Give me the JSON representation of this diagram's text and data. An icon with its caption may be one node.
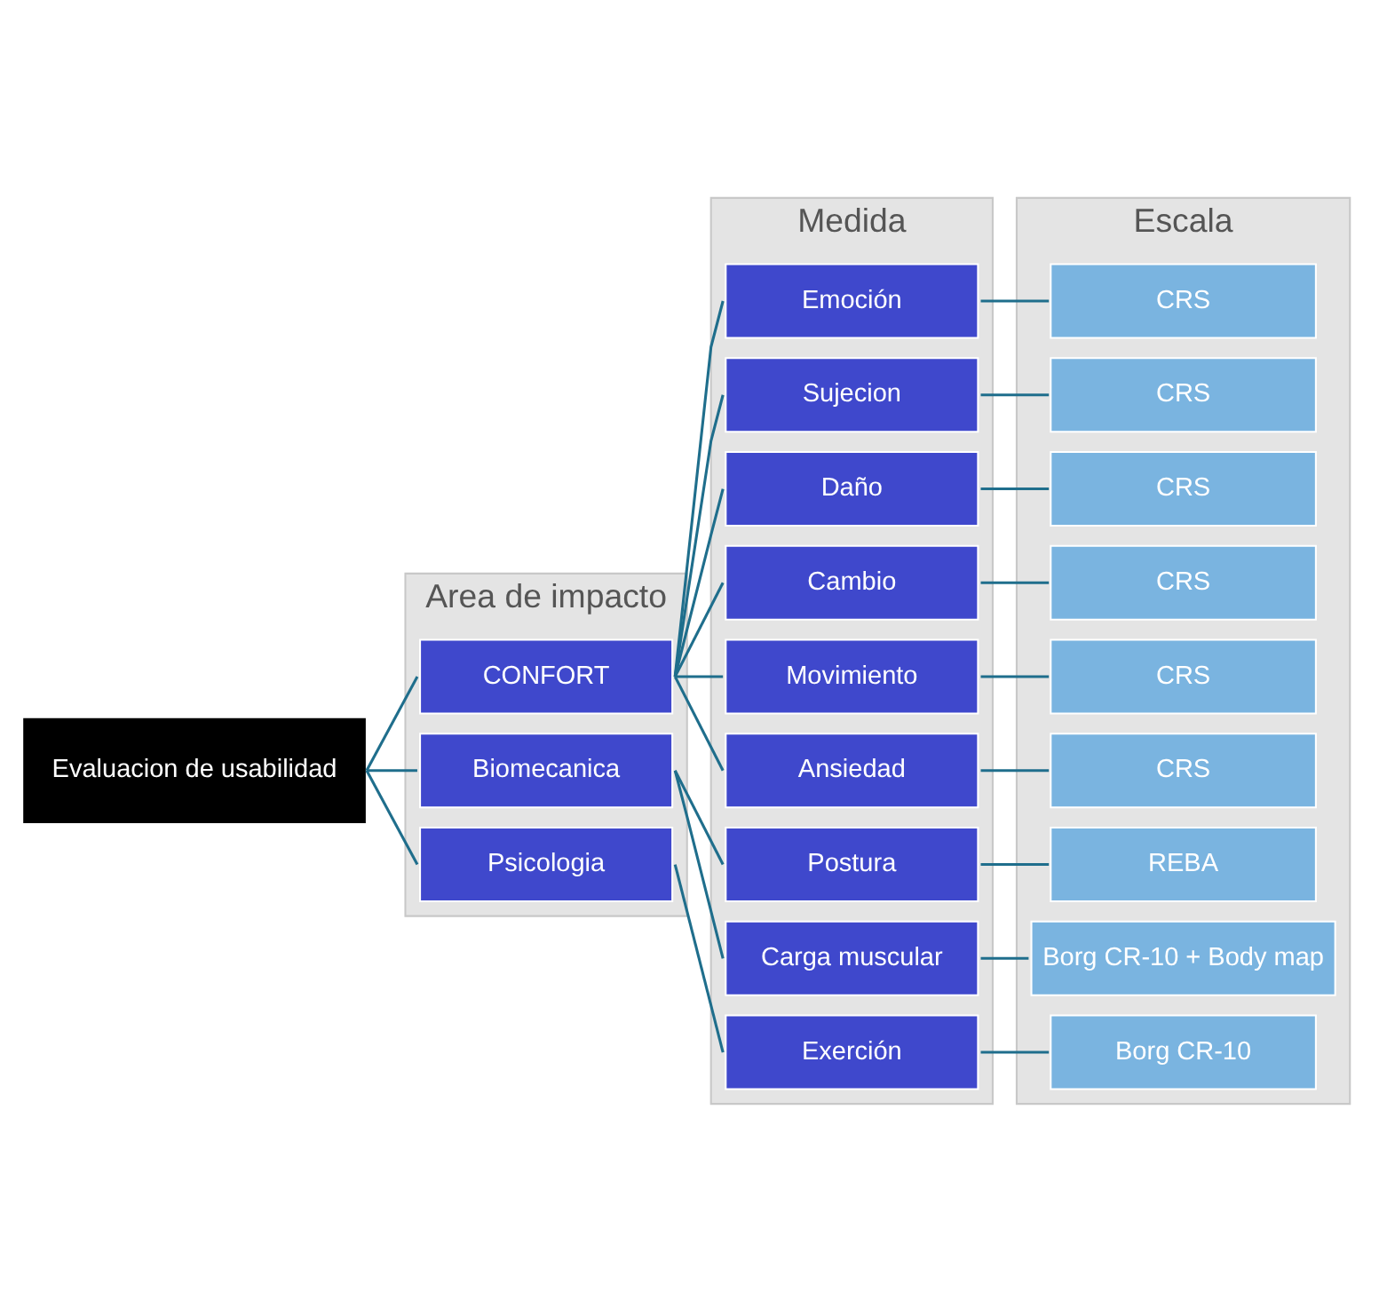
{
  "diagram": {
    "nodes": [
      {
        "text": [
          "Evaluacion de usabilidad"
        ]
      },
      {
        "text": [
          "Area de impacto"
        ]
      },
      {
        "text": [
          "CONFORT"
        ],
        "in": 1
      },
      {
        "text": [
          "Biomecanica"
        ],
        "in": 1
      },
      {
        "text": [
          "Psicologia"
        ],
        "in": 1
      },
      {
        "text": [
          "Medida"
        ]
      },
      {
        "text": [
          "Emoción"
        ],
        "in": 5
      },
      {
        "text": [
          "Sujecion"
        ],
        "in": 5
      },
      {
        "text": [
          "Daño"
        ],
        "in": 5
      },
      {
        "text": [
          "Cambio"
        ],
        "in": 5
      },
      {
        "text": [
          "Movimiento"
        ],
        "in": 5
      },
      {
        "text": [
          "Ansiedad"
        ],
        "in": 5
      },
      {
        "text": [
          "Postura"
        ],
        "in": 5
      },
      {
        "text": [
          "Carga muscular"
        ],
        "in": 5
      },
      {
        "text": [
          "Exerción"
        ],
        "in": 5
      },
      {
        "text": [
          "Escala"
        ]
      },
      {
        "text": [
          "CRS"
        ],
        "in": 15
      },
      {
        "text": [
          "CRS"
        ],
        "in": 15
      },
      {
        "text": [
          "CRS"
        ],
        "in": 15
      },
      {
        "text": [
          "CRS"
        ],
        "in": 15
      },
      {
        "text": [
          "CRS"
        ],
        "in": 15
      },
      {
        "text": [
          "CRS"
        ],
        "in": 15
      },
      {
        "text": [
          "REBA"
        ],
        "in": 15
      },
      {
        "text": [
          "Borg CR-10 + Body map"
        ],
        "in": 15
      },
      {
        "text": [
          "Borg CR-10"
        ],
        "in": 15
      }
    ],
    "edges": [
      {
        "from": 0,
        "to": 2,
        "arrow": "none"
      },
      {
        "from": 0,
        "to": 3,
        "arrow": "none"
      },
      {
        "from": 0,
        "to": 4,
        "arrow": "none"
      },
      {
        "from": 2,
        "to": 6,
        "arrow": "none"
      },
      {
        "from": 2,
        "to": 7,
        "arrow": "none"
      },
      {
        "from": 2,
        "to": 8,
        "arrow": "none"
      },
      {
        "from": 2,
        "to": 9,
        "arrow": "none"
      },
      {
        "from": 2,
        "to": 10,
        "arrow": "none"
      },
      {
        "from": 2,
        "to": 11,
        "arrow": "none"
      },
      {
        "from": 3,
        "to": 12,
        "arrow": "none"
      },
      {
        "from": 3,
        "to": 13,
        "arrow": "none"
      },
      {
        "from": 4,
        "to": 14,
        "arrow": "none"
      },
      {
        "from": 6,
        "to": 16,
        "arrow": "none"
      },
      {
        "from": 7,
        "to": 17,
        "arrow": "none"
      },
      {
        "from": 8,
        "to": 18,
        "arrow": "none"
      },
      {
        "from": 9,
        "to": 19,
        "arrow": "none"
      },
      {
        "from": 10,
        "to": 20,
        "arrow": "none"
      },
      {
        "from": 11,
        "to": 21,
        "arrow": "none"
      },
      {
        "from": 12,
        "to": 22,
        "arrow": "none"
      },
      {
        "from": 13,
        "to": 23,
        "arrow": "none"
      },
      {
        "from": 14,
        "to": 24,
        "arrow": "none"
      }
    ]
  }
}
